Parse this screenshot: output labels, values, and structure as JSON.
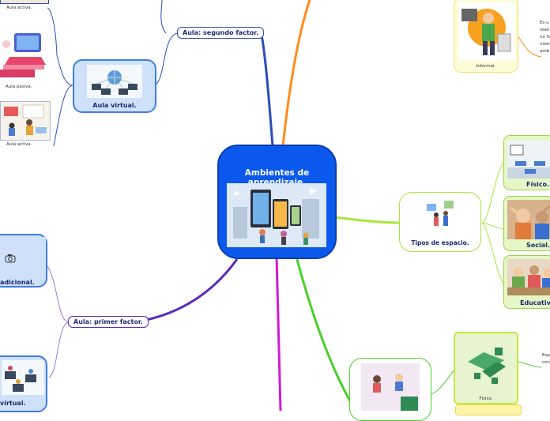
{
  "center": {
    "title": "Ambientes de aprendizaje."
  },
  "left_top": {
    "aula_activa_top": "Aula activa.",
    "aula_pasiva": "Aula pasiva.",
    "aula_activa_bottom": "Aula activa.",
    "aula_virtual": "Aula virtual.",
    "segundo_factor": "Aula: segundo factor."
  },
  "left_bottom": {
    "tradicional": "adicional.",
    "virtual": "virtual.",
    "primer_factor": "Aula: primer factor."
  },
  "right": {
    "informal": "Informal.",
    "informal_text": "Es u\nreali\nno fo\ninter\namb",
    "tipos": "Tipos de espacio.",
    "fisico": "Físico.",
    "social": "Social.",
    "educativo": "Educativo.",
    "fisico_small": "Físico.",
    "esp_text": "Esp\ncon"
  },
  "colors": {
    "center": "#0a59ec",
    "blue_branch": "#2a4db8",
    "orange_branch": "#ff8c1a",
    "green_branch": "#a8e63a",
    "lime_branch": "#4ad12a",
    "magenta_branch": "#d21ad2",
    "purple_branch": "#5a2ab8"
  }
}
